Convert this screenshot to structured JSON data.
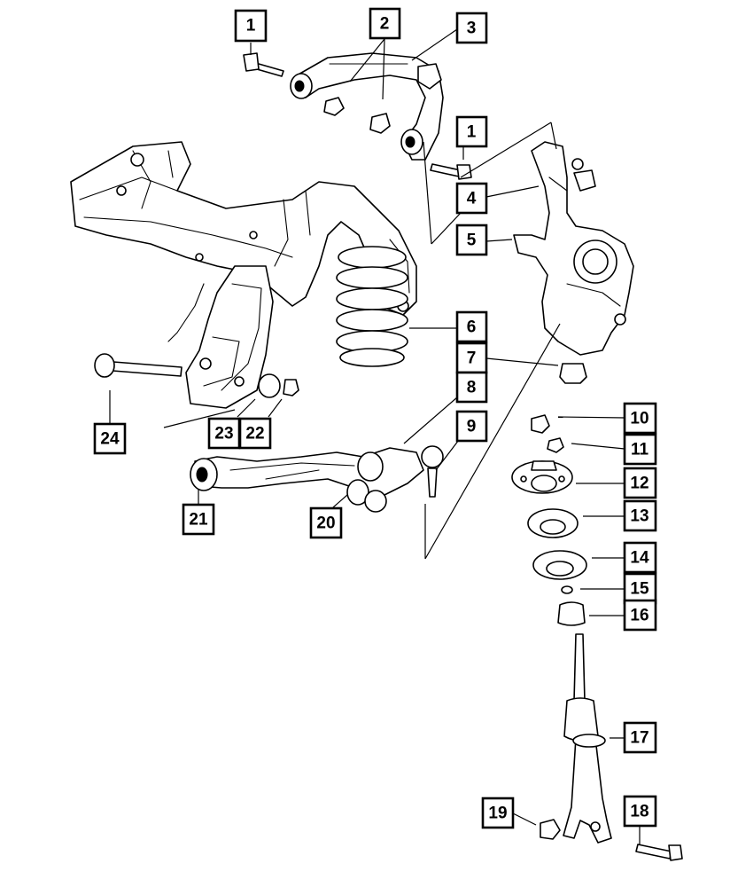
{
  "diagram": {
    "callouts": [
      {
        "id": "c1a",
        "label": "1"
      },
      {
        "id": "c2",
        "label": "2"
      },
      {
        "id": "c3",
        "label": "3"
      },
      {
        "id": "c1b",
        "label": "1"
      },
      {
        "id": "c4",
        "label": "4"
      },
      {
        "id": "c5",
        "label": "5"
      },
      {
        "id": "c6",
        "label": "6"
      },
      {
        "id": "c7",
        "label": "7"
      },
      {
        "id": "c8",
        "label": "8"
      },
      {
        "id": "c9",
        "label": "9"
      },
      {
        "id": "c10",
        "label": "10"
      },
      {
        "id": "c11",
        "label": "11"
      },
      {
        "id": "c12",
        "label": "12"
      },
      {
        "id": "c13",
        "label": "13"
      },
      {
        "id": "c14",
        "label": "14"
      },
      {
        "id": "c15",
        "label": "15"
      },
      {
        "id": "c16",
        "label": "16"
      },
      {
        "id": "c17",
        "label": "17"
      },
      {
        "id": "c18",
        "label": "18"
      },
      {
        "id": "c19",
        "label": "19"
      },
      {
        "id": "c20",
        "label": "20"
      },
      {
        "id": "c21",
        "label": "21"
      },
      {
        "id": "c22",
        "label": "22"
      },
      {
        "id": "c23",
        "label": "23"
      },
      {
        "id": "c24",
        "label": "24"
      }
    ]
  }
}
